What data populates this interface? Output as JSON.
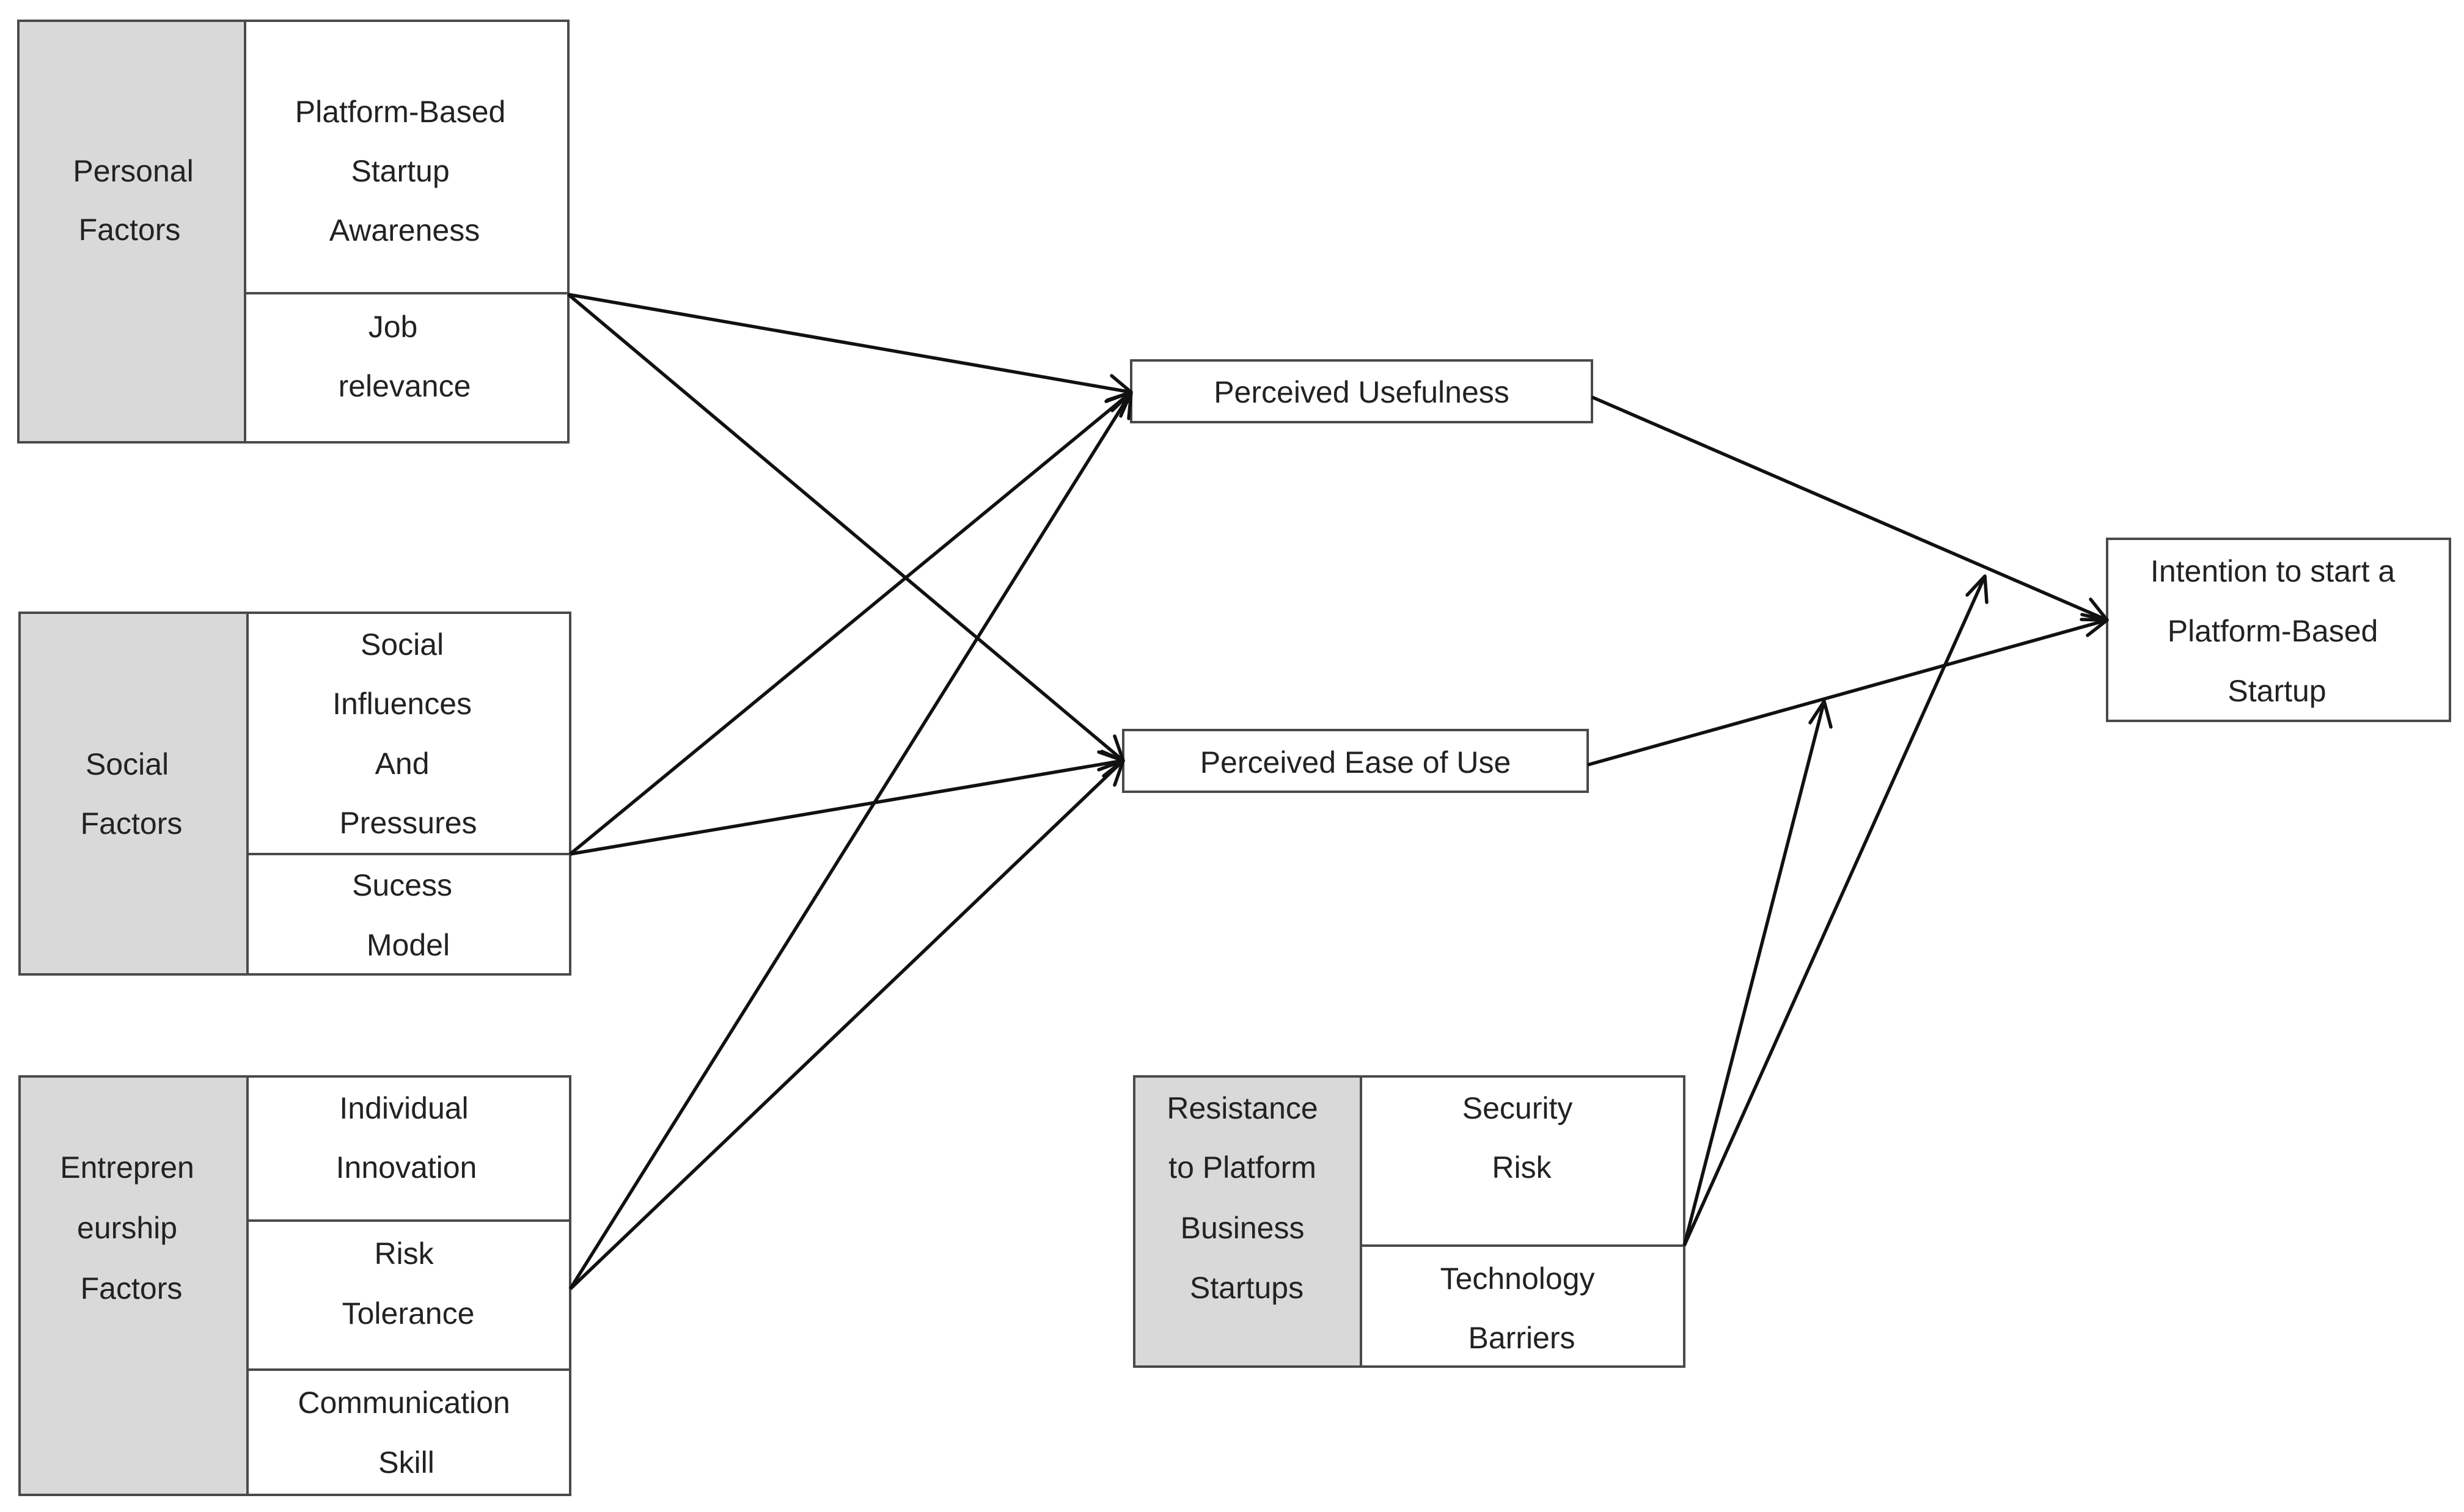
{
  "groups": {
    "personal": {
      "label": [
        "Personal",
        "Factors"
      ],
      "items": [
        [
          "Platform-Based",
          "Startup",
          "Awareness"
        ],
        [
          "Job",
          "relevance"
        ]
      ]
    },
    "social": {
      "label": [
        "Social",
        "Factors"
      ],
      "items": [
        [
          "Social",
          "Influences",
          "And",
          "Pressures"
        ],
        [
          "Sucess",
          "Model"
        ]
      ]
    },
    "entrepreneurship": {
      "label": [
        "Entrepren",
        "eurship",
        "Factors"
      ],
      "items": [
        [
          "Individual",
          "Innovation"
        ],
        [
          "Risk",
          "Tolerance"
        ],
        [
          "Communication",
          "Skill"
        ]
      ]
    },
    "resistance": {
      "label": [
        "Resistance",
        "to Platform",
        "Business",
        "Startups"
      ],
      "items": [
        [
          "Security",
          "Risk"
        ],
        [
          "Technology",
          "Barriers"
        ]
      ]
    }
  },
  "constructs": {
    "usefulness": "Perceived Usefulness",
    "ease": "Perceived Ease of Use",
    "intention": [
      "Intention to start a",
      "Platform-Based",
      "Startup"
    ]
  }
}
